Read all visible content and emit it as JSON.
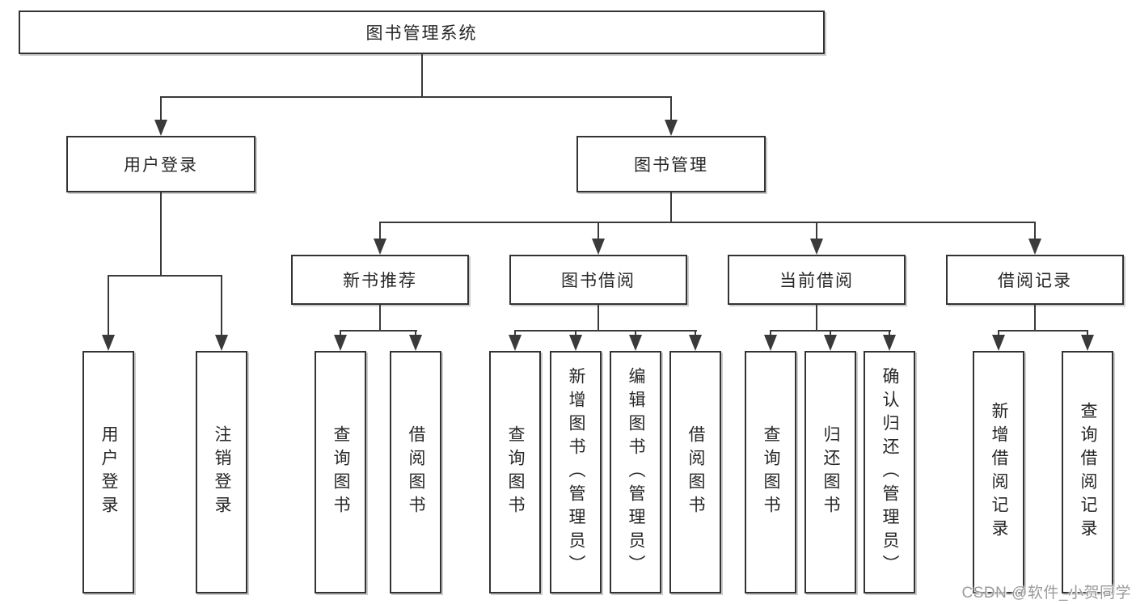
{
  "diagram": {
    "type": "tree",
    "tree": {
      "root": "图书管理系统",
      "children": [
        {
          "label": "用户登录",
          "children": [
            "用户登录",
            "注销登录"
          ]
        },
        {
          "label": "图书管理",
          "children": [
            {
              "label": "新书推荐",
              "children": [
                "查询图书",
                "借阅图书"
              ]
            },
            {
              "label": "图书借阅",
              "children": [
                "查询图书",
                "新增图书（管理员）",
                "编辑图书（管理员）",
                "借阅图书"
              ]
            },
            {
              "label": "当前借阅",
              "children": [
                "查询图书",
                "归还图书",
                "确认归还（管理员）"
              ]
            },
            {
              "label": "借阅记录",
              "children": [
                "新增借阅记录",
                "查询借阅记录"
              ]
            }
          ]
        }
      ]
    }
  },
  "watermark": {
    "text": "CSDN @软件_小贺同学"
  },
  "colors": {
    "line": "#3a3a3a",
    "border": "#333333",
    "text": "#262626",
    "background": "#ffffff",
    "watermark": "#9b9b9b"
  }
}
